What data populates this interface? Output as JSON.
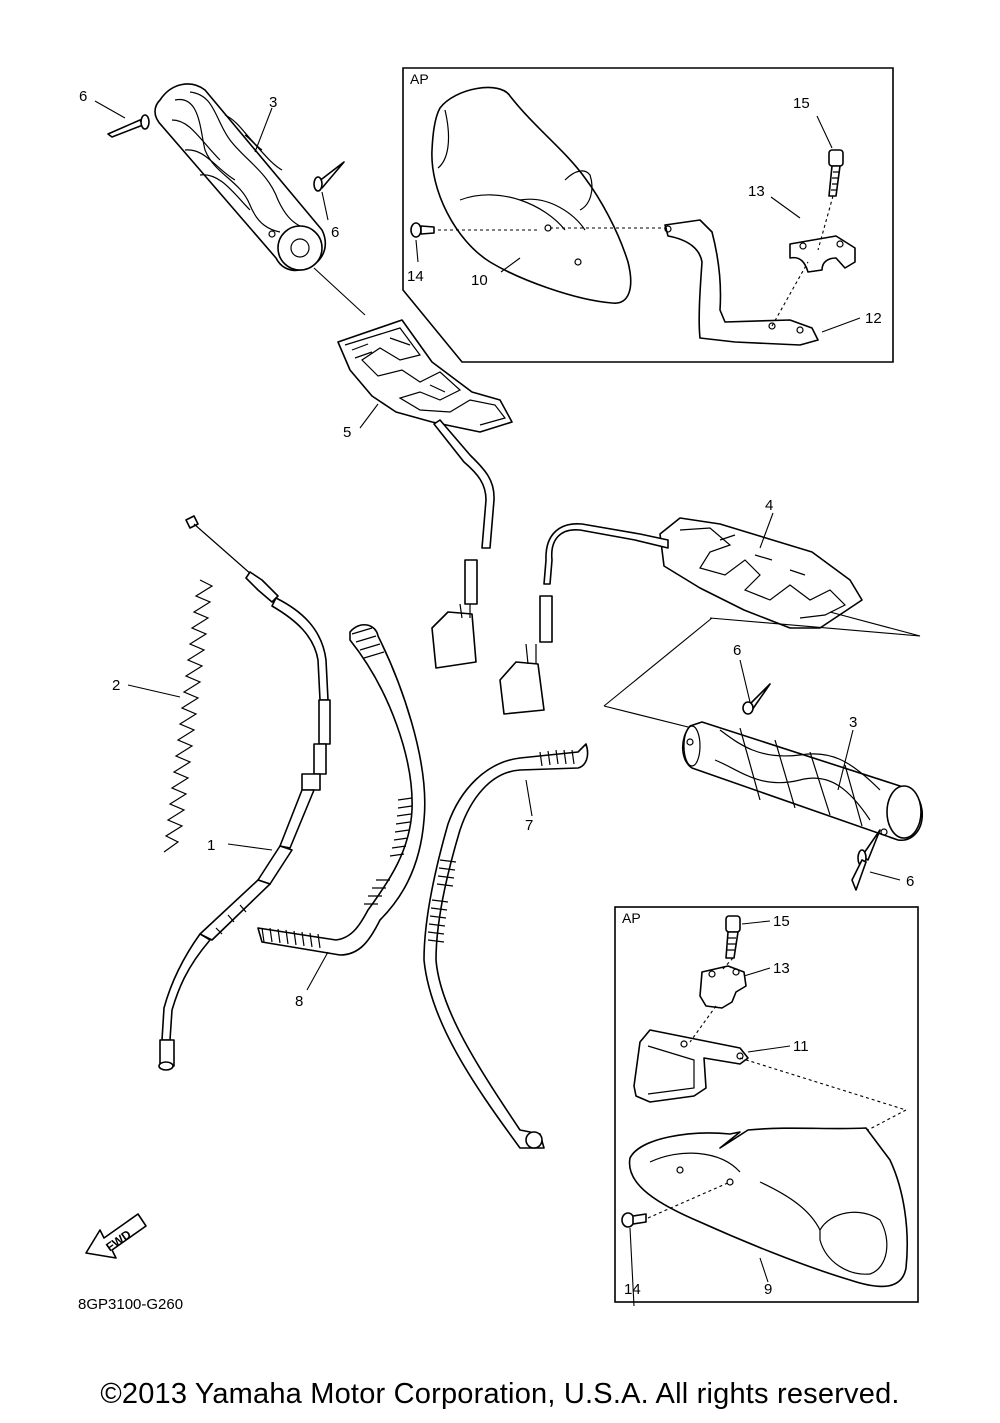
{
  "callouts": {
    "c1": "1",
    "c2": "2",
    "c3a": "3",
    "c3b": "3",
    "c4": "4",
    "c5": "5",
    "c6a": "6",
    "c6b": "6",
    "c6c": "6",
    "c6d": "6",
    "c7": "7",
    "c8": "8",
    "c9": "9",
    "c10": "10",
    "c11": "11",
    "c12": "12",
    "c13a": "13",
    "c13b": "13",
    "c14a": "14",
    "c14b": "14",
    "c15a": "15",
    "c15b": "15"
  },
  "ap_label_top": "AP",
  "ap_label_bottom": "AP",
  "fwd_label": "FWD",
  "diagram_code": "8GP3100-G260",
  "copyright": "©2013 Yamaha Motor Corporation, U.S.A. All rights reserved."
}
